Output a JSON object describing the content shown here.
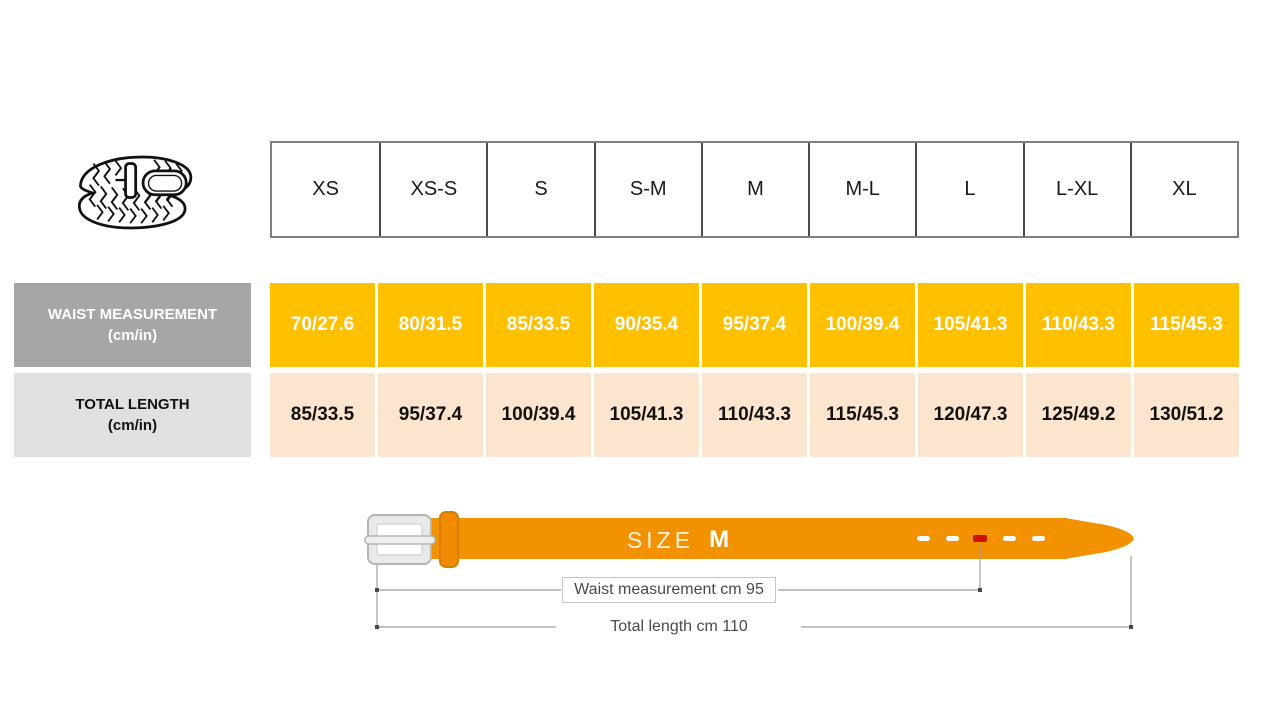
{
  "size_chart": {
    "sizes": [
      "XS",
      "XS-S",
      "S",
      "S-M",
      "M",
      "M-L",
      "L",
      "L-XL",
      "XL"
    ],
    "rows": [
      {
        "label": "WAIST MEASUREMENT",
        "unit": "(cm/in)",
        "values": [
          "70/27.6",
          "80/31.5",
          "85/33.5",
          "90/35.4",
          "95/37.4",
          "100/39.4",
          "105/41.3",
          "110/43.3",
          "115/45.3"
        ]
      },
      {
        "label": "TOTAL LENGTH",
        "unit": "(cm/in)",
        "values": [
          "85/33.5",
          "95/37.4",
          "100/39.4",
          "105/41.3",
          "110/43.3",
          "115/45.3",
          "120/47.3",
          "125/49.2",
          "130/51.2"
        ]
      }
    ]
  },
  "diagram": {
    "size_label": "SIZE",
    "size_value": "M",
    "waist_caption": "Waist measurement cm 95",
    "length_caption": "Total length cm 110"
  },
  "icons": {
    "belt_icon": "braided-belt-icon"
  },
  "colors": {
    "waist_cell_bg": "#FFC000",
    "length_cell_bg": "#FCE5CF",
    "waist_label_bg": "#A6A6A6",
    "length_label_bg": "#E0E0E0",
    "belt_orange": "#F29200",
    "belt_loop_edge": "#D67E00",
    "hole_red": "#CC1100",
    "dimension_line": "#9E9E9E"
  }
}
